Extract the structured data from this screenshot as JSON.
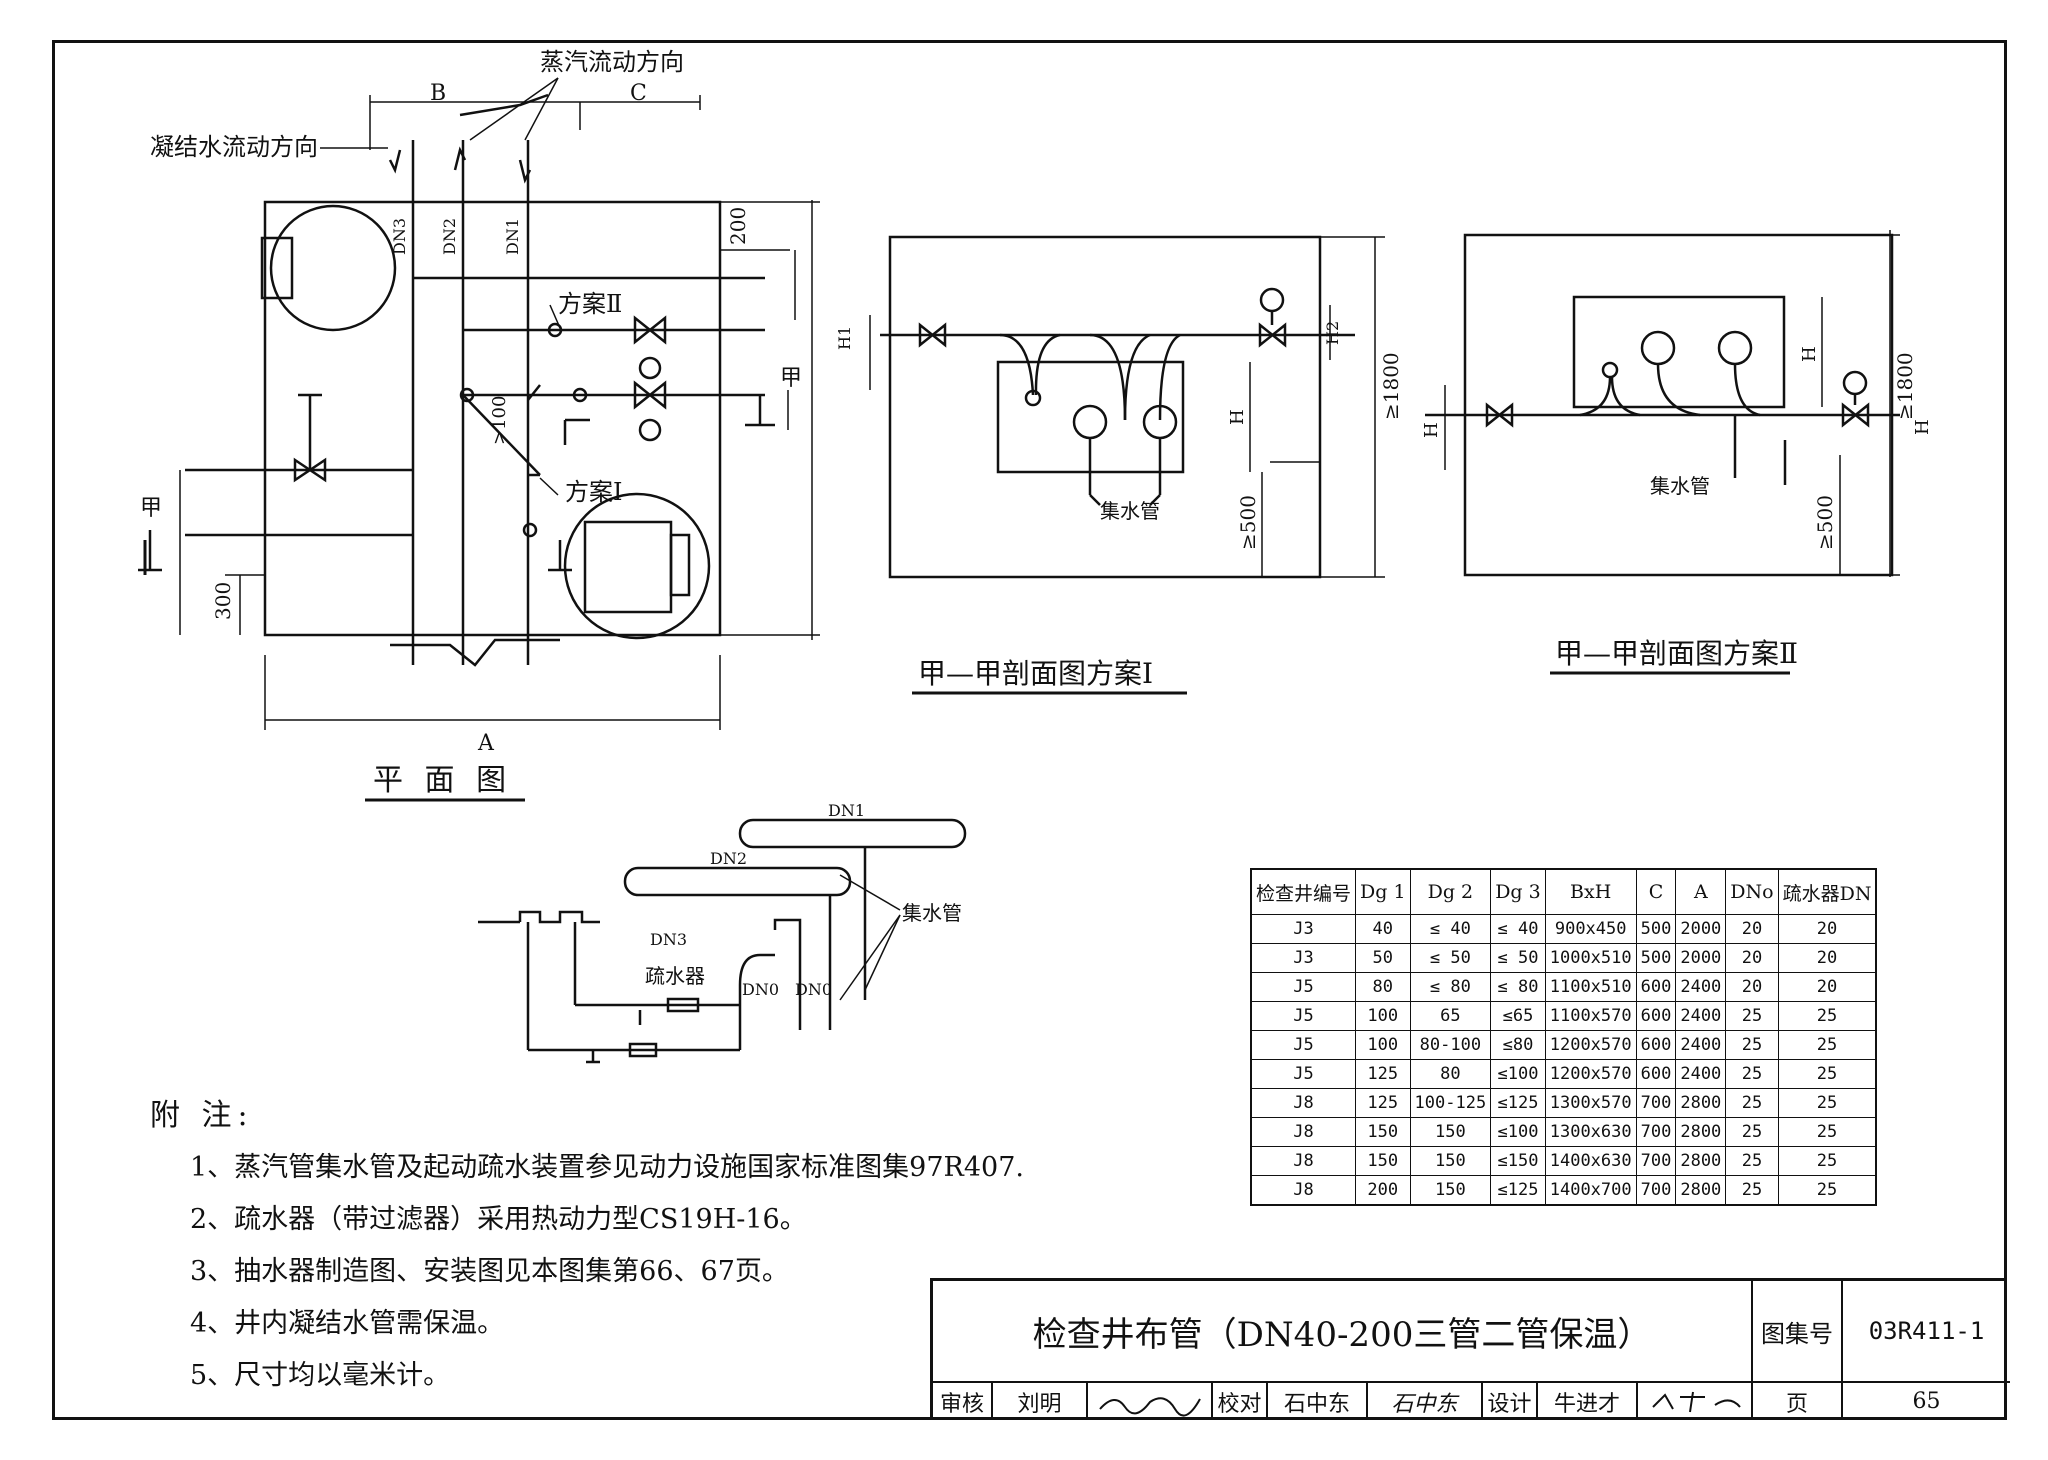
{
  "plan": {
    "title": "平 面 图",
    "steam_flow": "蒸汽流动方向",
    "condensate_flow": "凝结水流动方向",
    "dim_b": "B",
    "dim_c": "C",
    "dim_a": "A",
    "dim_200": "200",
    "dim_300": "300",
    "dim_100": ">100",
    "dn1": "DN1",
    "dn2": "DN2",
    "dn3": "DN3",
    "scheme2": "方案Ⅱ",
    "scheme1": "方案Ⅰ",
    "jia": "甲"
  },
  "section1": {
    "title": "甲—甲剖面图方案Ⅰ",
    "h1": "H1",
    "h2": "H2",
    "h": "H",
    "dim_1800": "≥1800",
    "dim_500": "≥500",
    "collector": "集水管"
  },
  "section2": {
    "title": "甲—甲剖面图方案Ⅱ",
    "h": "H",
    "dim_1800": "≥1800",
    "dim_500": "≥500",
    "collector": "集水管"
  },
  "iso": {
    "dn1": "DN1",
    "dn2": "DN2",
    "dn3": "DN3",
    "dn0": "DN0",
    "trap": "疏水器",
    "collector": "集水管"
  },
  "notes": {
    "heading": "附 注:",
    "items": [
      "1、蒸汽管集水管及起动疏水装置参见动力设施国家标准图集97R407.",
      "2、疏水器（带过滤器）采用热动力型CS19H-16。",
      "3、抽水器制造图、安装图见本图集第66、67页。",
      "4、井内凝结水管需保温。",
      "5、尺寸均以毫米计。"
    ]
  },
  "table": {
    "headers": [
      "检查井编号",
      "Dg 1",
      "Dg 2",
      "Dg 3",
      "BxH",
      "C",
      "A",
      "DNo",
      "疏水器DN"
    ],
    "rows": [
      [
        "J3",
        "40",
        "≤ 40",
        "≤ 40",
        "900x450",
        "500",
        "2000",
        "20",
        "20"
      ],
      [
        "J3",
        "50",
        "≤ 50",
        "≤ 50",
        "1000x510",
        "500",
        "2000",
        "20",
        "20"
      ],
      [
        "J5",
        "80",
        "≤ 80",
        "≤ 80",
        "1100x510",
        "600",
        "2400",
        "20",
        "20"
      ],
      [
        "J5",
        "100",
        "65",
        "≤65",
        "1100x570",
        "600",
        "2400",
        "25",
        "25"
      ],
      [
        "J5",
        "100",
        "80-100",
        "≤80",
        "1200x570",
        "600",
        "2400",
        "25",
        "25"
      ],
      [
        "J5",
        "125",
        "80",
        "≤100",
        "1200x570",
        "600",
        "2400",
        "25",
        "25"
      ],
      [
        "J8",
        "125",
        "100-125",
        "≤125",
        "1300x570",
        "700",
        "2800",
        "25",
        "25"
      ],
      [
        "J8",
        "150",
        "150",
        "≤100",
        "1300x630",
        "700",
        "2800",
        "25",
        "25"
      ],
      [
        "J8",
        "150",
        "150",
        "≤150",
        "1400x630",
        "700",
        "2800",
        "25",
        "25"
      ],
      [
        "J8",
        "200",
        "150",
        "≤125",
        "1400x700",
        "700",
        "2800",
        "25",
        "25"
      ]
    ]
  },
  "title_block": {
    "main": "检查井布管（DN40-200三管二管保温）",
    "atlas_label": "图集号",
    "atlas_no": "03R411-1",
    "review_label": "审核",
    "reviewer": "刘明",
    "check_label": "校对",
    "checker": "石中东",
    "checker_sig": "石中东",
    "design_label": "设计",
    "designer": "牛进才",
    "page_label": "页",
    "page_no": "65"
  }
}
